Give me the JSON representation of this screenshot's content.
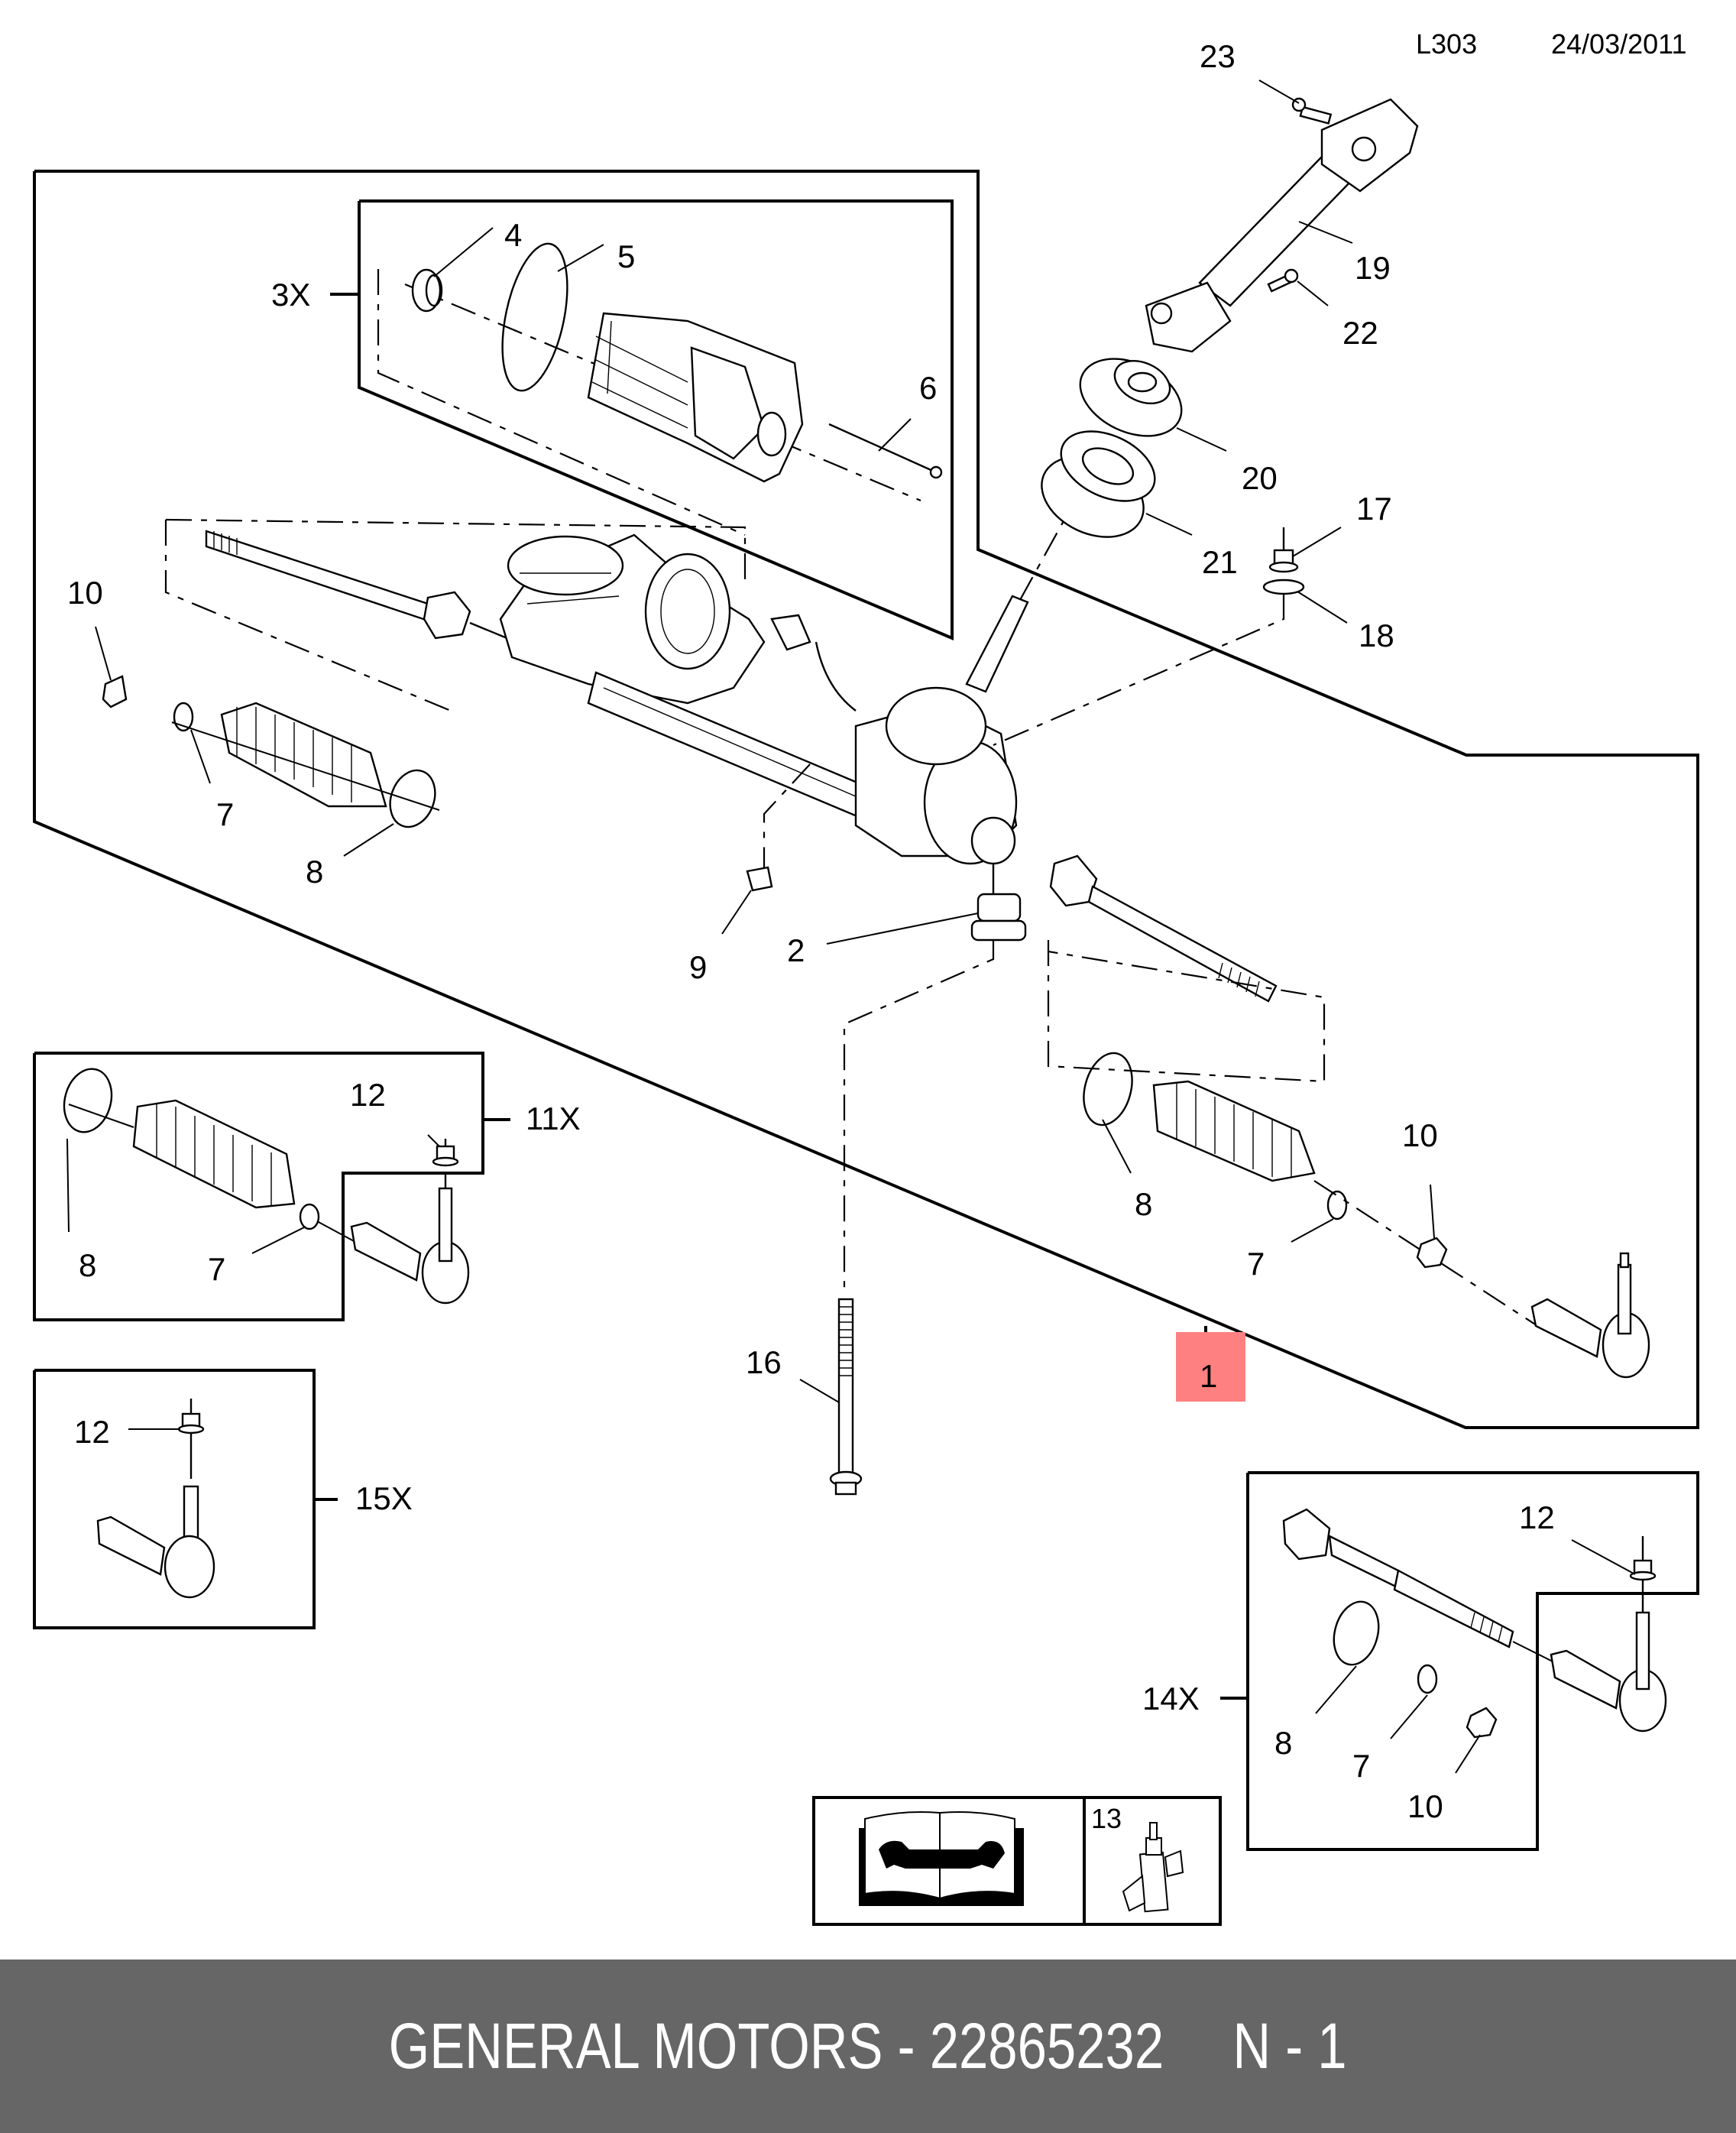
{
  "header": {
    "diagram_code": "L303",
    "date": "24/03/2011"
  },
  "highlight": {
    "label": "1",
    "color": "#ff8080",
    "text_color": "#8b0000"
  },
  "groups": {
    "motor_kit": "3X",
    "left_tie_rod_boot_kit": "11X",
    "tie_rod_end_kit": "15X",
    "right_tie_rod_kit": "14X"
  },
  "callouts": {
    "c1": "1",
    "c2": "2",
    "c4": "4",
    "c5": "5",
    "c6": "6",
    "c7_left": "7",
    "c7_right": "7",
    "c7_11x": "7",
    "c7_14x": "7",
    "c8_left": "8",
    "c8_right": "8",
    "c8_11x": "8",
    "c8_14x": "8",
    "c9": "9",
    "c10_left": "10",
    "c10_right": "10",
    "c10_14x": "10",
    "c12_11x": "12",
    "c12_15x": "12",
    "c12_14x": "12",
    "c13": "13",
    "c16": "16",
    "c17": "17",
    "c18": "18",
    "c19": "19",
    "c20": "20",
    "c21": "21",
    "c22": "22",
    "c23": "23"
  },
  "icons": {
    "service_manual": "book-with-wrench-icon",
    "adhesive": "adhesive-bottle-icon"
  },
  "footer": {
    "brand": "GENERAL MOTORS",
    "separator": "-",
    "part_number": "22865232",
    "position": "N - 1"
  }
}
